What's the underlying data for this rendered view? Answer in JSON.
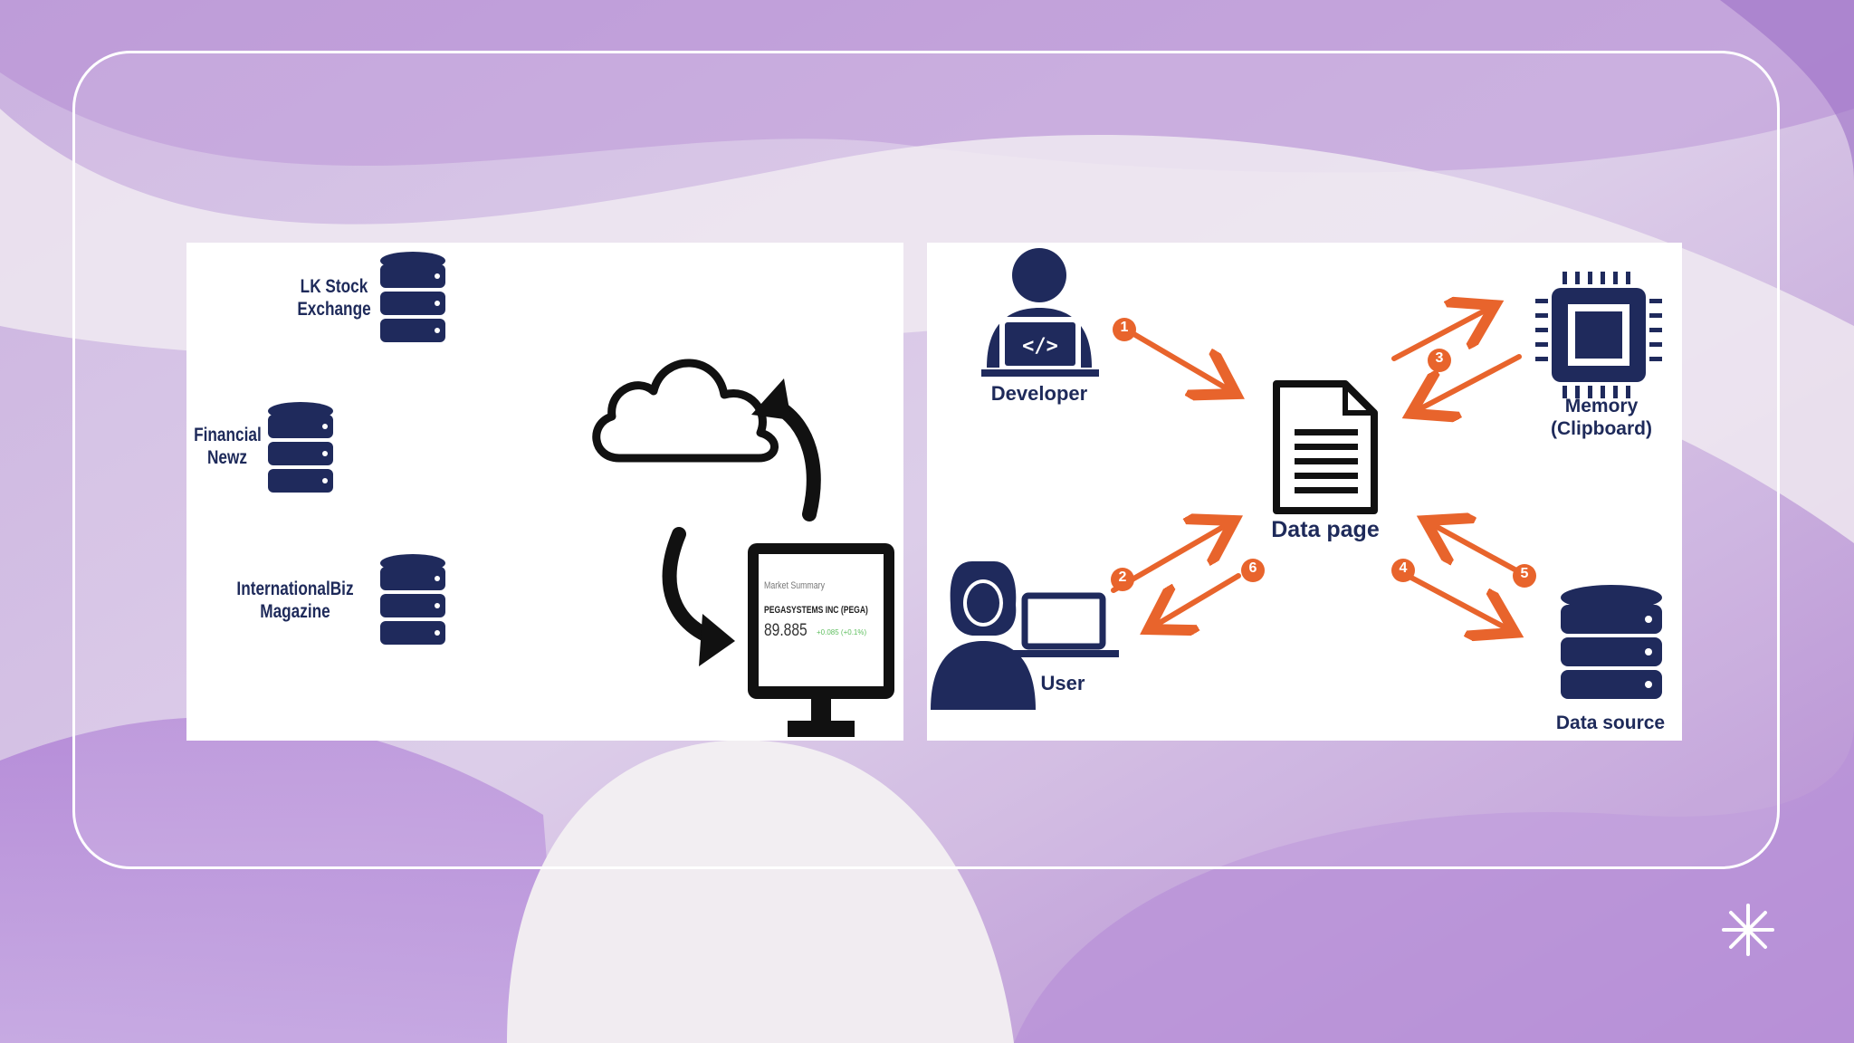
{
  "colors": {
    "background_light": "#ece6ee",
    "background_purple": "#b68fd4",
    "navy": "#1f2a5c",
    "arrow_orange": "#e8642c",
    "change_green": "#5fbf5f"
  },
  "left_panel": {
    "sources": [
      {
        "line1": "LK Stock",
        "line2": "Exchange",
        "icon": "database-icon"
      },
      {
        "line1": "Financial",
        "line2": "Newz",
        "icon": "database-icon"
      },
      {
        "line1": "InternationalBiz",
        "line2": "Magazine",
        "icon": "database-icon"
      }
    ],
    "cloud_icon": "cloud-icon",
    "monitor": {
      "header": "Market Summary",
      "company": "PEGASYSTEMS INC (PEGA)",
      "price": "89.885",
      "change": "+0.085 (+0.1%)"
    }
  },
  "right_panel": {
    "developer_label": "Developer",
    "user_label": "User",
    "data_page_label": "Data page",
    "memory_label_line1": "Memory",
    "memory_label_line2": "(Clipboard)",
    "data_source_label": "Data source",
    "step_numbers": [
      "1",
      "2",
      "3",
      "4",
      "5",
      "6"
    ]
  },
  "sparkle_icon": "sparkle-icon"
}
